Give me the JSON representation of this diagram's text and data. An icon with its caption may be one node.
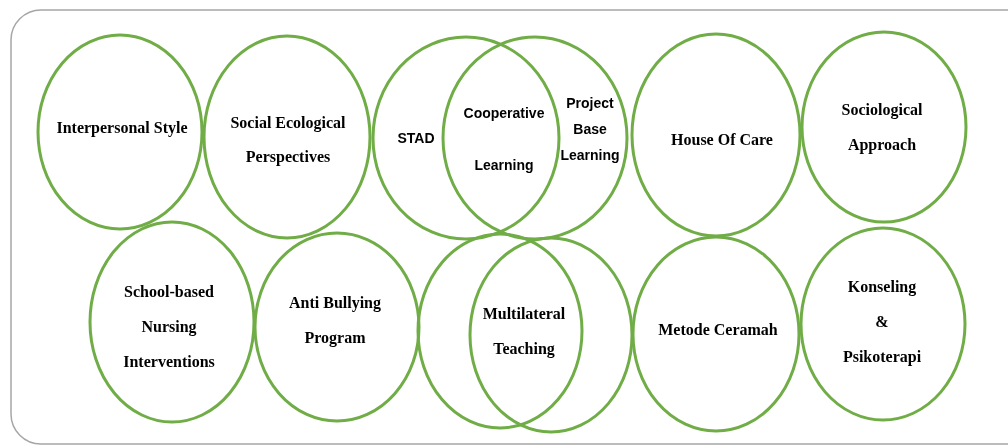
{
  "diagram": {
    "nodes": [
      {
        "text": [
          "Interpersonal Style"
        ]
      },
      {
        "text": [
          "Social Ecological Perspectives"
        ]
      },
      {
        "text": [
          "STAD"
        ]
      },
      {
        "text": [
          "Project Base Learning"
        ]
      },
      {
        "text": [
          "House Of Care"
        ]
      },
      {
        "text": [
          "Sociological Approach"
        ]
      },
      {
        "text": [
          "School-based Nursing Interventions"
        ]
      },
      {
        "text": [
          "Anti Bullying Program"
        ]
      },
      {
        "text": [],
        "shape": "circle"
      },
      {
        "text": [],
        "shape": "circle"
      },
      {
        "text": [
          "Metode Ceramah"
        ]
      },
      {
        "text": [
          "Konseling & Psikoterapi"
        ]
      }
    ],
    "labels": [
      "Cooperative Learning",
      "Multilateral Teaching"
    ]
  }
}
